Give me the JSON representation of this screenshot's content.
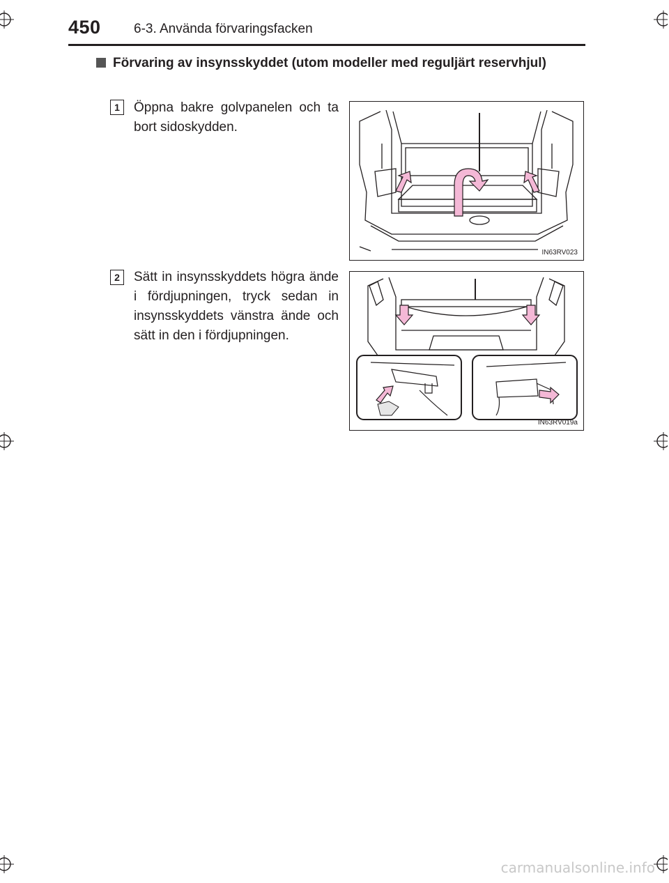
{
  "header": {
    "page_number": "450",
    "section_title": "6-3. Använda förvaringsfacken"
  },
  "heading": {
    "text": "Förvaring av insynsskyddet (utom modeller med reguljärt reservhjul)"
  },
  "steps": [
    {
      "number": "1",
      "text": "Öppna bakre golvpanelen och ta bort sidoskydden.",
      "figure_code": "IN63RV023"
    },
    {
      "number": "2",
      "text": "Sätt in insynsskyddets högra ände i fördjupningen, tryck sedan in insynsskyddets vänstra ände och sätt in den i fördjupningen.",
      "figure_code": "IN63RV019a"
    }
  ],
  "footer": {
    "watermark": "carmanualsonline.info"
  },
  "colors": {
    "text": "#231f20",
    "arrow_fill": "#f4b8d6",
    "watermark": "#c8c8c8"
  }
}
